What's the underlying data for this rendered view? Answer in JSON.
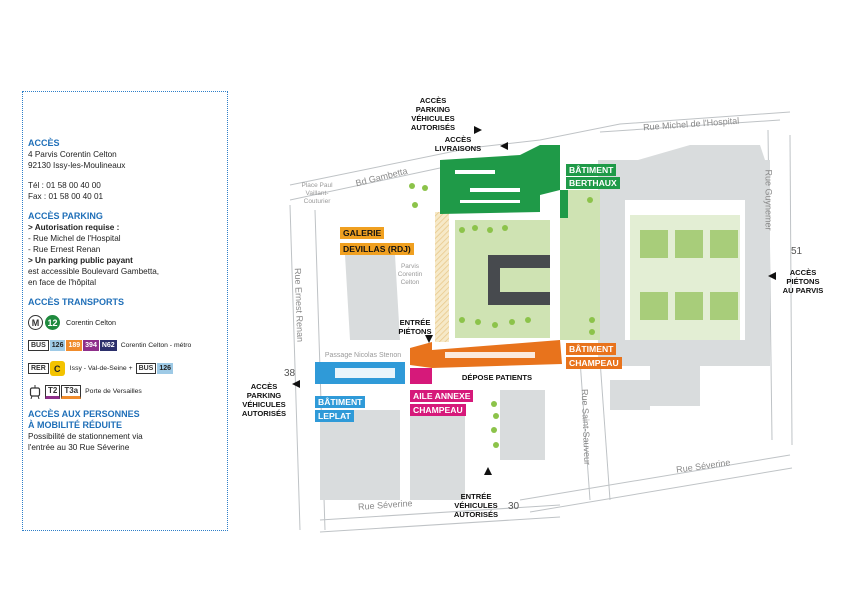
{
  "colors": {
    "accent": "#1f6fb8",
    "green": "#1f9a48",
    "orange": "#e8731c",
    "blue": "#2f9ad8",
    "pink": "#d6197a",
    "gold": "#f0a020",
    "building_gray": "#d9dcdd",
    "lawn": "#cfe3b3"
  },
  "panel": {
    "acces_title": "ACCÈS",
    "address_1": "4 Parvis Corentin Celton",
    "address_2": "92130 Issy-les-Moulineaux",
    "tel": "Tél : 01 58 00 40 00",
    "fax": "Fax : 01 58 00 40 01",
    "parking_title": "ACCÈS PARKING",
    "parking_auth": "> Autorisation requise :",
    "parking_street_1": "-  Rue Michel de l'Hospital",
    "parking_street_2": "-  Rue Ernest Renan",
    "parking_public": "> Un parking public payant",
    "parking_public_2": "est accessible Boulevard Gambetta,",
    "parking_public_3": "en face de l'hôpital",
    "transports_title": "ACCÈS TRANSPORTS",
    "metro_letter": "M",
    "metro_line": "12",
    "metro_stop": "Corentin Celton",
    "bus_label": "BUS",
    "bus_lines": [
      "126",
      "189",
      "394",
      "N62"
    ],
    "bus_stop": "Corentin Celton - métro",
    "rer_label": "RER",
    "rer_line": "C",
    "rer_stop": "Issy - Val-de-Seine +",
    "rer_bus_line": "126",
    "tram_lines": [
      "T2",
      "T3a"
    ],
    "tram_stop": "Porte de Versailles",
    "pmr_title_1": "ACCÈS AUX PERSONNES",
    "pmr_title_2": "À MOBILITÉ RÉDUITE",
    "pmr_text_1": "Possibilité de stationnement via",
    "pmr_text_2": "l'entrée au 30 Rue Séverine"
  },
  "map": {
    "access_parking": "ACCÈS\nPARKING\nVÉHICULES\nAUTORISÉS",
    "access_livraisons": "ACCÈS\nLIVRAISONS",
    "access_pietons_parvis": "ACCÈS\nPIÉTONS\nAU PARVIS",
    "access_parking_left": "ACCÈS\nPARKING\nVÉHICULES\nAUTORISÉS",
    "entree_pietons": "ENTRÉE\nPIÉTONS",
    "depose_patients": "DÉPOSE PATIENTS",
    "entree_vehicules": "ENTRÉE\nVÉHICULES\nAUTORISÉS",
    "bat_berthaux_1": "BÂTIMENT",
    "bat_berthaux_2": "BERTHAUX",
    "galerie_1": "GALERIE",
    "galerie_2": "DEVILLAS (RDJ)",
    "bat_champeau_1": "BÂTIMENT",
    "bat_champeau_2": "CHAMPEAU",
    "aile_1": "AILE ANNEXE",
    "aile_2": "CHAMPEAU",
    "bat_leplat_1": "BÂTIMENT",
    "bat_leplat_2": "LEPLAT",
    "street_hospital": "Rue Michel de l'Hospital",
    "street_gambetta": "Bd Gambetta",
    "street_guynemer": "Rue Guynemer",
    "street_renan": "Rue Ernest Renan",
    "street_sauveur": "Rue Saint-Sauveur",
    "street_severine_r": "Rue Séverine",
    "street_severine_l": "Rue Séverine",
    "place_paul": "Place Paul\nVaillant-\nCouturier",
    "parvis": "Parvis\nCorentin\nCelton",
    "passage": "Passage Nicolas Stenon",
    "num_51": "51",
    "num_38": "38",
    "num_30": "30"
  }
}
